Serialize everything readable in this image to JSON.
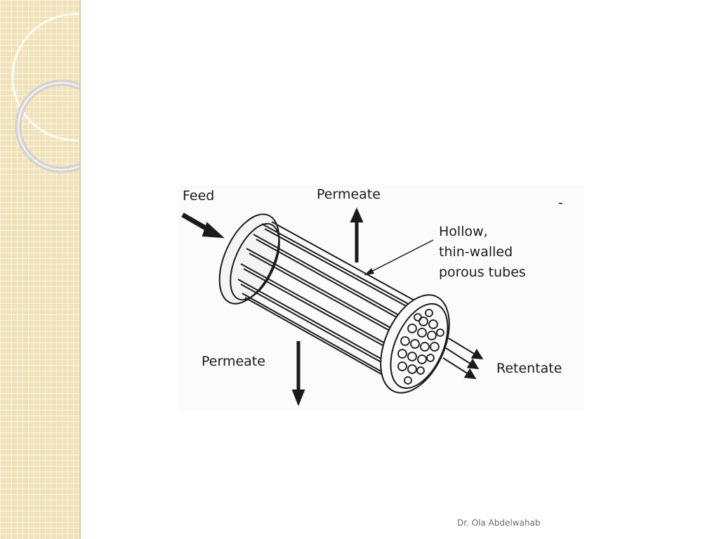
{
  "slide": {
    "footer": "Dr. Ola Abdelwahab"
  },
  "diagram": {
    "labels": {
      "feed": "Feed",
      "permeate_top": "Permeate",
      "permeate_bottom": "Permeate",
      "tubes_line1": "Hollow,",
      "tubes_line2": "thin-walled",
      "tubes_line3": "porous tubes",
      "retentate": "Retentate",
      "corner_mark": "-"
    }
  },
  "colors": {
    "accent_band": "#f1e2b9",
    "ink": "#1a1a1a",
    "footer_text": "#6b6b6b"
  }
}
